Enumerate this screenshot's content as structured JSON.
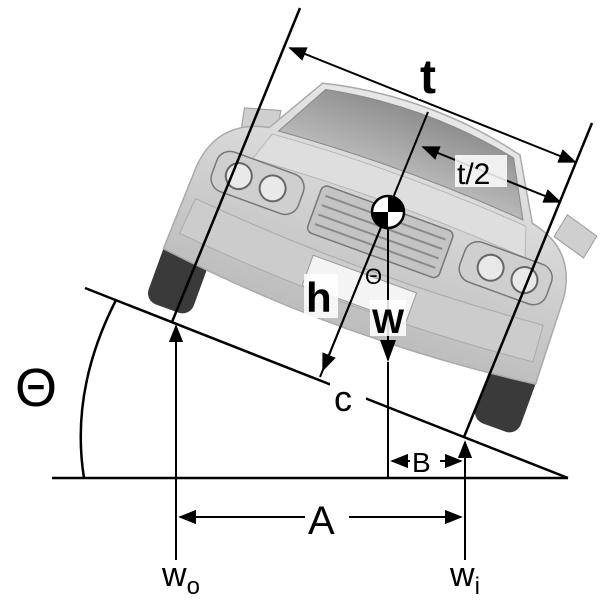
{
  "diagram": {
    "labels": {
      "track_width": "t",
      "half_track": "t/2",
      "cg_height": "h",
      "weight": "W",
      "theta_small": "Θ",
      "theta_large": "Θ",
      "c": "c",
      "a": "A",
      "b": "B",
      "w_outer": "w",
      "w_outer_sub": "o",
      "w_inner": "w",
      "w_inner_sub": "i"
    },
    "colors": {
      "line": "#000000",
      "car_body": "#d6d6d6",
      "car_shadow": "#9a9a9a",
      "background": "#ffffff"
    }
  }
}
